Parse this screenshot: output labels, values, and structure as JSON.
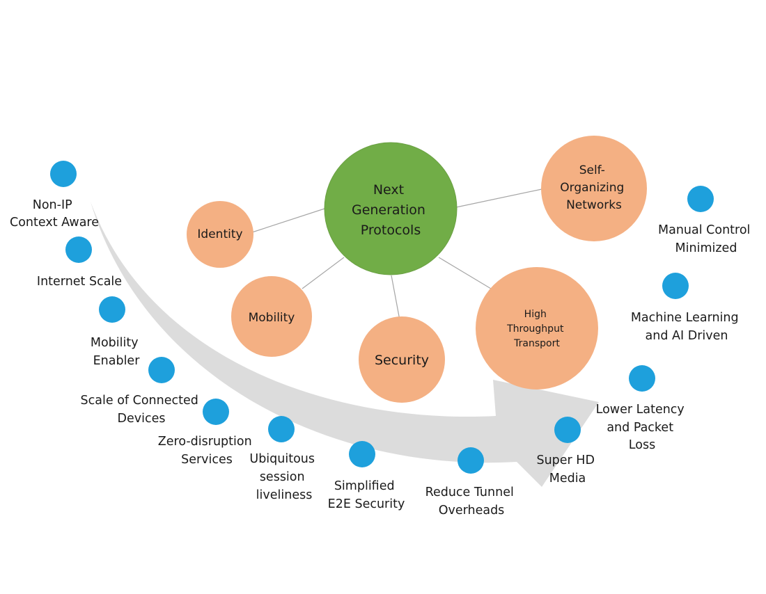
{
  "center": {
    "lines": [
      "Next",
      "Generation",
      "Protocols"
    ],
    "color": "#71ad47"
  },
  "hubs": [
    {
      "id": "identity",
      "lines": [
        "Identity"
      ]
    },
    {
      "id": "mobility",
      "lines": [
        "Mobility"
      ]
    },
    {
      "id": "security",
      "lines": [
        "Security"
      ]
    },
    {
      "id": "high-throughput-transport",
      "lines": [
        "High",
        "Throughput",
        "Transport"
      ]
    },
    {
      "id": "self-organizing-networks",
      "lines": [
        "Self-",
        "Organizing",
        "Networks"
      ]
    }
  ],
  "hub_color": "#f4b083",
  "dot_color": "#1ea0dc",
  "arrow_color": "#dcdcdc",
  "features": [
    {
      "id": "non-ip-context-aware",
      "lines": [
        "Non-IP",
        "Context Aware"
      ]
    },
    {
      "id": "internet-scale",
      "lines": [
        "Internet Scale"
      ]
    },
    {
      "id": "mobility-enabler",
      "lines": [
        "Mobility",
        "Enabler"
      ]
    },
    {
      "id": "scale-of-connected-devices",
      "lines": [
        "Scale of Connected",
        "Devices"
      ]
    },
    {
      "id": "zero-disruption-services",
      "lines": [
        "Zero-disruption",
        "Services"
      ]
    },
    {
      "id": "ubiquitous-session-liveliness",
      "lines": [
        "Ubiquitous",
        "session",
        "liveliness"
      ]
    },
    {
      "id": "simplified-e2e-security",
      "lines": [
        "Simplified",
        "E2E Security"
      ]
    },
    {
      "id": "reduce-tunnel-overheads",
      "lines": [
        "Reduce Tunnel",
        "Overheads"
      ]
    },
    {
      "id": "super-hd-media",
      "lines": [
        "Super HD",
        "Media"
      ]
    },
    {
      "id": "lower-latency-packet-loss",
      "lines": [
        "Lower Latency",
        "and Packet",
        "Loss"
      ]
    },
    {
      "id": "machine-learning-ai-driven",
      "lines": [
        "Machine Learning",
        "and AI Driven"
      ]
    },
    {
      "id": "manual-control-minimized",
      "lines": [
        "Manual Control",
        "Minimized"
      ]
    }
  ]
}
